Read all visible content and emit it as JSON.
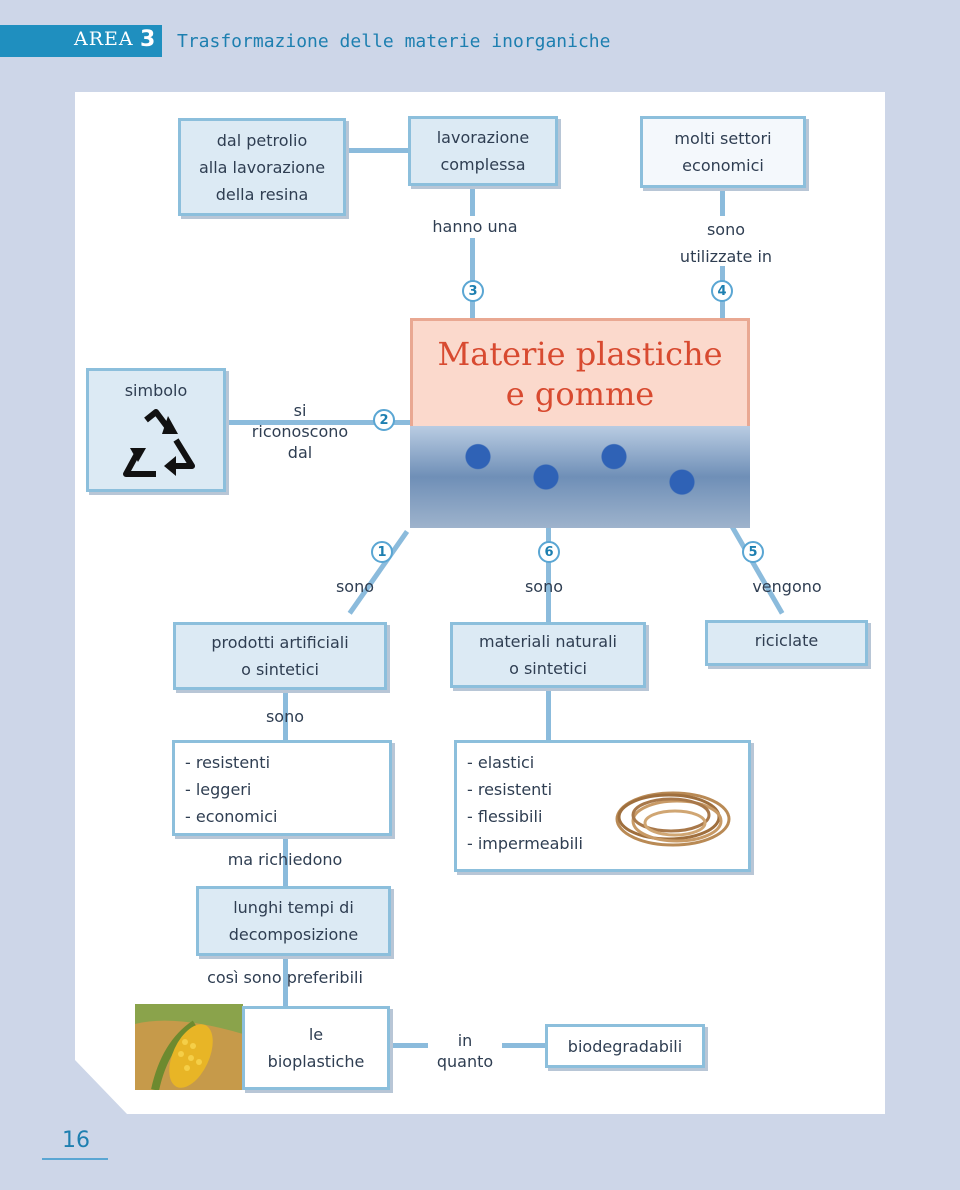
{
  "header": {
    "area_label": "AREA",
    "area_number": "3",
    "title": "Trasformazione delle materie inorganiche"
  },
  "central": {
    "title_line1": "Materie plastiche",
    "title_line2": "e gomme"
  },
  "boxes": {
    "petrolio": [
      "dal petrolio",
      "alla lavorazione",
      "della resina"
    ],
    "lavorazione": [
      "lavorazione",
      "complessa"
    ],
    "settori": [
      "molti settori",
      "economici"
    ],
    "simbolo": "simbolo",
    "prodotti": [
      "prodotti artificiali",
      "o sintetici"
    ],
    "materiali": [
      "materiali naturali",
      "o sintetici"
    ],
    "riciclate": "riciclate",
    "proprieta_artificiali": [
      "- resistenti",
      "- leggeri",
      "- economici"
    ],
    "proprieta_naturali": [
      "- elastici",
      "- resistenti",
      "- flessibili",
      "- impermeabili"
    ],
    "tempi": [
      "lunghi tempi di",
      "decomposizione"
    ],
    "bioplastiche": [
      "le",
      "bioplastiche"
    ],
    "biodegradabili": "biodegradabili"
  },
  "links": {
    "hanno_una": "hanno una",
    "sono_utilizzate": [
      "sono",
      "utilizzate in"
    ],
    "si_riconoscono": [
      "si",
      "riconoscono",
      "dal"
    ],
    "sono_1": "sono",
    "sono_6": "sono",
    "vengono": "vengono",
    "sono_3": "sono",
    "ma_richiedono": "ma richiedono",
    "cosi_sono": "così sono preferibili",
    "in_quanto": [
      "in",
      "quanto"
    ]
  },
  "numbers": [
    "1",
    "2",
    "3",
    "4",
    "5",
    "6"
  ],
  "page_number": "16",
  "icons": [
    "recycle-icon"
  ]
}
